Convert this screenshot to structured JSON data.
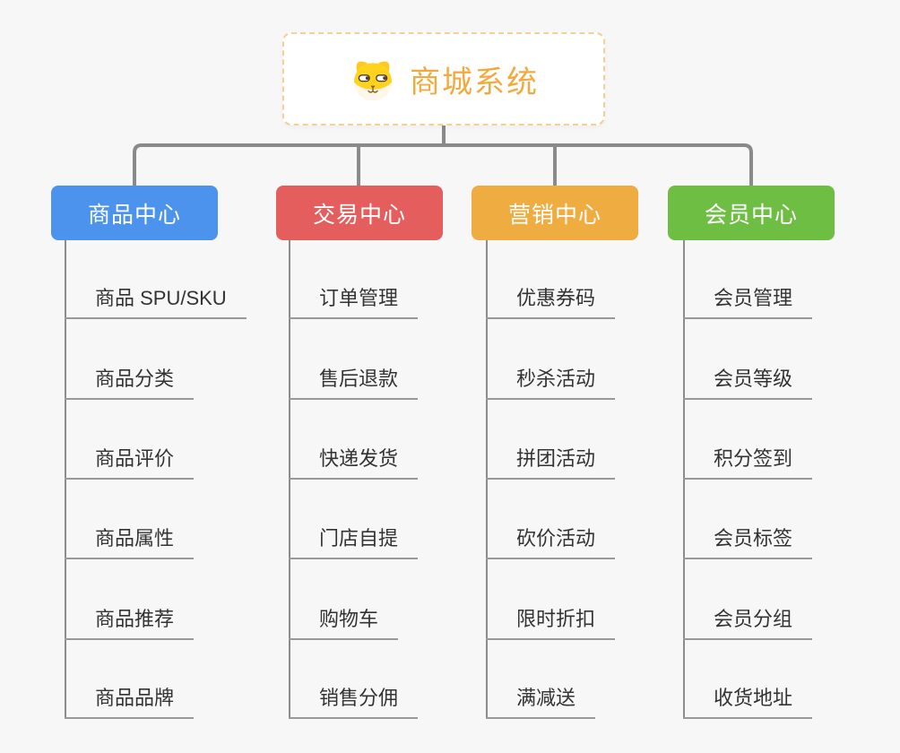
{
  "page": {
    "background_color": "#F7F7F7",
    "connector_color": "#8A8A8A",
    "underline_color": "#999999"
  },
  "root": {
    "title": "商城系统",
    "title_color": "#F2A93D",
    "border_color": "#F3D194",
    "icon": "shiba-dog-icon"
  },
  "branches": [
    {
      "label": "商品中心",
      "color": "#4B93ED",
      "items": [
        "商品 SPU/SKU",
        "商品分类",
        "商品评价",
        "商品属性",
        "商品推荐",
        "商品品牌"
      ]
    },
    {
      "label": "交易中心",
      "color": "#E35E5D",
      "items": [
        "订单管理",
        "售后退款",
        "快递发货",
        "门店自提",
        "购物车",
        "销售分佣"
      ]
    },
    {
      "label": "营销中心",
      "color": "#EFAC40",
      "items": [
        "优惠券码",
        "秒杀活动",
        "拼团活动",
        "砍价活动",
        "限时折扣",
        "满减送"
      ]
    },
    {
      "label": "会员中心",
      "color": "#6EBE44",
      "items": [
        "会员管理",
        "会员等级",
        "积分签到",
        "会员标签",
        "会员分组",
        "收货地址"
      ]
    }
  ]
}
